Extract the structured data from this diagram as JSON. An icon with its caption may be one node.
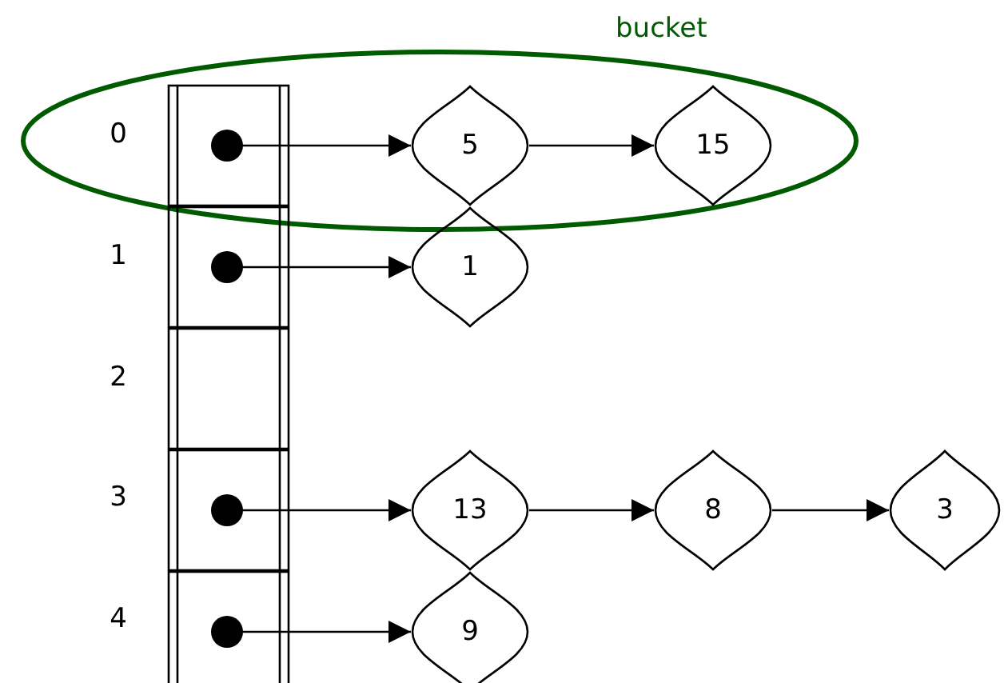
{
  "diagram": {
    "nodes": [
      {
        "text": [
          "bucket"
        ]
      },
      {
        "text": [],
        "shape": "box",
        "in": 0
      },
      {
        "text": [
          "5"
        ],
        "in": 0
      },
      {
        "text": [
          "15"
        ],
        "in": 0
      },
      {
        "text": [],
        "shape": "box"
      },
      {
        "text": [
          "1"
        ]
      },
      {
        "text": [],
        "shape": "box"
      },
      {
        "text": [],
        "shape": "box"
      },
      {
        "text": [
          "13"
        ]
      },
      {
        "text": [
          "8"
        ]
      },
      {
        "text": [
          "3"
        ]
      },
      {
        "text": [],
        "shape": "box"
      },
      {
        "text": [
          "9"
        ]
      }
    ],
    "edges": [
      {
        "from": 1,
        "to": 2,
        "arrow": "to"
      },
      {
        "from": 2,
        "to": 3,
        "arrow": "to"
      },
      {
        "from": 4,
        "to": 5,
        "arrow": "to"
      },
      {
        "from": 7,
        "to": 8,
        "arrow": "to"
      },
      {
        "from": 8,
        "to": 9,
        "arrow": "to"
      },
      {
        "from": 9,
        "to": 10,
        "arrow": "to"
      },
      {
        "from": 11,
        "to": 12,
        "arrow": "to"
      }
    ],
    "labels": [
      "0",
      "1",
      "2",
      "3",
      "4"
    ]
  }
}
